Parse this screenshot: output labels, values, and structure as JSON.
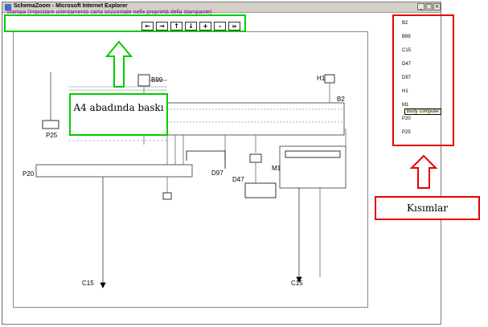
{
  "window": {
    "title": "SchemaZoom - Microsoft Internet Explorer",
    "min_label": "_",
    "max_label": "□",
    "close_label": "×"
  },
  "page": {
    "print_link": "Stampa (Impostare orientamento carta orizzontale nelle proprietà della stampante)"
  },
  "toolbar": {
    "buttons": [
      "←",
      "→",
      "↑",
      "↓",
      "+",
      "-",
      "="
    ]
  },
  "parts_list": [
    "B2",
    "B99",
    "C15",
    "D47",
    "D97",
    "H1",
    "M1",
    "P20",
    "P25"
  ],
  "tooltip": "Body computer",
  "callouts": {
    "print_note": "A4 abadında baskı",
    "parts_note": "Kısımlar"
  },
  "diagram_labels": {
    "b99": "B99",
    "h1": "H1",
    "b2": "B2",
    "p25": "P25",
    "p20": "P20",
    "d97": "D97",
    "d47": "D47",
    "m1": "M1",
    "c15_left": "C15",
    "c15_right": "C15"
  },
  "colors": {
    "highlight_green": "#00cc00",
    "highlight_red": "#e60000",
    "link_purple": "#8b008b"
  }
}
